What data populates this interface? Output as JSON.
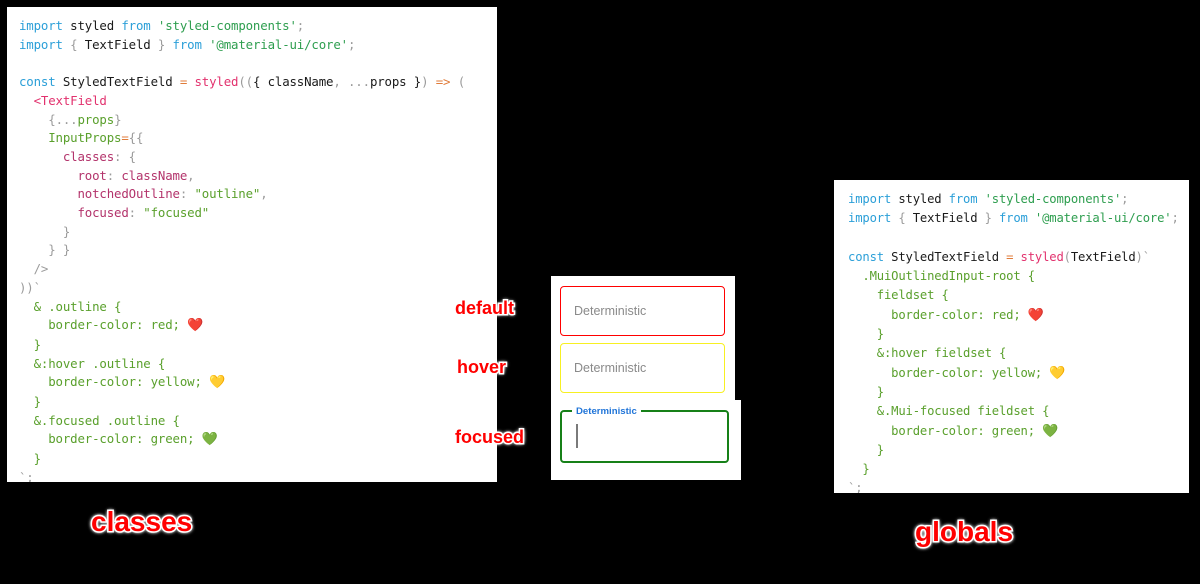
{
  "panels": {
    "classes": {
      "caption": "classes",
      "lines": [
        [
          {
            "t": "import",
            "c": "kw"
          },
          {
            "t": " ",
            "c": "plain"
          },
          {
            "t": "styled",
            "c": "plain"
          },
          {
            "t": " ",
            "c": "plain"
          },
          {
            "t": "from",
            "c": "kw"
          },
          {
            "t": " ",
            "c": "plain"
          },
          {
            "t": "'styled-components'",
            "c": "str"
          },
          {
            "t": ";",
            "c": "brc"
          }
        ],
        [
          {
            "t": "import",
            "c": "kw"
          },
          {
            "t": " ",
            "c": "plain"
          },
          {
            "t": "{",
            "c": "brc"
          },
          {
            "t": " TextField ",
            "c": "plain"
          },
          {
            "t": "}",
            "c": "brc"
          },
          {
            "t": " ",
            "c": "plain"
          },
          {
            "t": "from",
            "c": "kw"
          },
          {
            "t": " ",
            "c": "plain"
          },
          {
            "t": "'@material-ui/core'",
            "c": "str"
          },
          {
            "t": ";",
            "c": "brc"
          }
        ],
        [],
        [
          {
            "t": "const",
            "c": "kw"
          },
          {
            "t": " StyledTextField ",
            "c": "plain"
          },
          {
            "t": "=",
            "c": "op"
          },
          {
            "t": " ",
            "c": "plain"
          },
          {
            "t": "styled",
            "c": "pink"
          },
          {
            "t": "((",
            "c": "brc"
          },
          {
            "t": "{ className",
            "c": "plain"
          },
          {
            "t": ",",
            "c": "brc"
          },
          {
            "t": " ",
            "c": "plain"
          },
          {
            "t": "...",
            "c": "brc"
          },
          {
            "t": "props",
            "c": "plain"
          },
          {
            "t": " }",
            "c": "plain"
          },
          {
            "t": ")",
            "c": "brc"
          },
          {
            "t": " ",
            "c": "plain"
          },
          {
            "t": "=>",
            "c": "op"
          },
          {
            "t": " ",
            "c": "plain"
          },
          {
            "t": "(",
            "c": "brc"
          }
        ],
        [
          {
            "t": "  ",
            "c": "plain"
          },
          {
            "t": "<TextField",
            "c": "pink"
          }
        ],
        [
          {
            "t": "    ",
            "c": "plain"
          },
          {
            "t": "{",
            "c": "brc"
          },
          {
            "t": "...",
            "c": "brc"
          },
          {
            "t": "props",
            "c": "prop"
          },
          {
            "t": "}",
            "c": "brc"
          }
        ],
        [
          {
            "t": "    ",
            "c": "plain"
          },
          {
            "t": "InputProps",
            "c": "prop"
          },
          {
            "t": "=",
            "c": "op"
          },
          {
            "t": "{{",
            "c": "brc"
          }
        ],
        [
          {
            "t": "      ",
            "c": "plain"
          },
          {
            "t": "classes",
            "c": "mag"
          },
          {
            "t": ":",
            "c": "brc"
          },
          {
            "t": " ",
            "c": "plain"
          },
          {
            "t": "{",
            "c": "brc"
          }
        ],
        [
          {
            "t": "        ",
            "c": "plain"
          },
          {
            "t": "root",
            "c": "mag"
          },
          {
            "t": ":",
            "c": "brc"
          },
          {
            "t": " ",
            "c": "plain"
          },
          {
            "t": "className",
            "c": "mag"
          },
          {
            "t": ",",
            "c": "brc"
          }
        ],
        [
          {
            "t": "        ",
            "c": "plain"
          },
          {
            "t": "notchedOutline",
            "c": "mag"
          },
          {
            "t": ":",
            "c": "brc"
          },
          {
            "t": " ",
            "c": "plain"
          },
          {
            "t": "\"outline\"",
            "c": "gstr"
          },
          {
            "t": ",",
            "c": "brc"
          }
        ],
        [
          {
            "t": "        ",
            "c": "plain"
          },
          {
            "t": "focused",
            "c": "mag"
          },
          {
            "t": ":",
            "c": "brc"
          },
          {
            "t": " ",
            "c": "plain"
          },
          {
            "t": "\"focused\"",
            "c": "gstr"
          }
        ],
        [
          {
            "t": "      ",
            "c": "plain"
          },
          {
            "t": "}",
            "c": "brc"
          }
        ],
        [
          {
            "t": "    ",
            "c": "plain"
          },
          {
            "t": "} }",
            "c": "brc"
          }
        ],
        [
          {
            "t": "  ",
            "c": "plain"
          },
          {
            "t": "/>",
            "c": "brc"
          }
        ],
        [
          {
            "t": "))`",
            "c": "brc"
          }
        ],
        [
          {
            "t": "  ",
            "c": "plain"
          },
          {
            "t": "& .outline {",
            "c": "css"
          }
        ],
        [
          {
            "t": "    ",
            "c": "plain"
          },
          {
            "t": "border-color: red;",
            "c": "css"
          },
          {
            "t": " ",
            "c": "plain"
          },
          {
            "t": "❤️",
            "c": "emoji"
          }
        ],
        [
          {
            "t": "  ",
            "c": "plain"
          },
          {
            "t": "}",
            "c": "css"
          }
        ],
        [
          {
            "t": "  ",
            "c": "plain"
          },
          {
            "t": "&:hover .outline {",
            "c": "css"
          }
        ],
        [
          {
            "t": "    ",
            "c": "plain"
          },
          {
            "t": "border-color: yellow;",
            "c": "css"
          },
          {
            "t": " ",
            "c": "plain"
          },
          {
            "t": "💛",
            "c": "emoji"
          }
        ],
        [
          {
            "t": "  ",
            "c": "plain"
          },
          {
            "t": "}",
            "c": "css"
          }
        ],
        [
          {
            "t": "  ",
            "c": "plain"
          },
          {
            "t": "&.focused .outline {",
            "c": "css"
          }
        ],
        [
          {
            "t": "    ",
            "c": "plain"
          },
          {
            "t": "border-color: green;",
            "c": "css"
          },
          {
            "t": " ",
            "c": "plain"
          },
          {
            "t": "💚",
            "c": "emoji"
          }
        ],
        [
          {
            "t": "  ",
            "c": "plain"
          },
          {
            "t": "}",
            "c": "css"
          }
        ],
        [
          {
            "t": "`;",
            "c": "brc"
          }
        ]
      ]
    },
    "globals": {
      "caption": "globals",
      "lines": [
        [
          {
            "t": "import",
            "c": "kw"
          },
          {
            "t": " ",
            "c": "plain"
          },
          {
            "t": "styled",
            "c": "plain"
          },
          {
            "t": " ",
            "c": "plain"
          },
          {
            "t": "from",
            "c": "kw"
          },
          {
            "t": " ",
            "c": "plain"
          },
          {
            "t": "'styled-components'",
            "c": "str"
          },
          {
            "t": ";",
            "c": "brc"
          }
        ],
        [
          {
            "t": "import",
            "c": "kw"
          },
          {
            "t": " ",
            "c": "plain"
          },
          {
            "t": "{",
            "c": "brc"
          },
          {
            "t": " TextField ",
            "c": "plain"
          },
          {
            "t": "}",
            "c": "brc"
          },
          {
            "t": " ",
            "c": "plain"
          },
          {
            "t": "from",
            "c": "kw"
          },
          {
            "t": " ",
            "c": "plain"
          },
          {
            "t": "'@material-ui/core'",
            "c": "str"
          },
          {
            "t": ";",
            "c": "brc"
          }
        ],
        [],
        [
          {
            "t": "const",
            "c": "kw"
          },
          {
            "t": " StyledTextField ",
            "c": "plain"
          },
          {
            "t": "=",
            "c": "op"
          },
          {
            "t": " ",
            "c": "plain"
          },
          {
            "t": "styled",
            "c": "pink"
          },
          {
            "t": "(",
            "c": "brc"
          },
          {
            "t": "TextField",
            "c": "plain"
          },
          {
            "t": ")`",
            "c": "brc"
          }
        ],
        [
          {
            "t": "  ",
            "c": "plain"
          },
          {
            "t": ".MuiOutlinedInput-root {",
            "c": "css"
          }
        ],
        [
          {
            "t": "    ",
            "c": "plain"
          },
          {
            "t": "fieldset {",
            "c": "css"
          }
        ],
        [
          {
            "t": "      ",
            "c": "plain"
          },
          {
            "t": "border-color: red;",
            "c": "css"
          },
          {
            "t": " ",
            "c": "plain"
          },
          {
            "t": "❤️",
            "c": "emoji"
          }
        ],
        [
          {
            "t": "    ",
            "c": "plain"
          },
          {
            "t": "}",
            "c": "css"
          }
        ],
        [
          {
            "t": "    ",
            "c": "plain"
          },
          {
            "t": "&:hover fieldset {",
            "c": "css"
          }
        ],
        [
          {
            "t": "      ",
            "c": "plain"
          },
          {
            "t": "border-color: yellow;",
            "c": "css"
          },
          {
            "t": " ",
            "c": "plain"
          },
          {
            "t": "💛",
            "c": "emoji"
          }
        ],
        [
          {
            "t": "    ",
            "c": "plain"
          },
          {
            "t": "}",
            "c": "css"
          }
        ],
        [
          {
            "t": "    ",
            "c": "plain"
          },
          {
            "t": "&.Mui-focused fieldset {",
            "c": "css"
          }
        ],
        [
          {
            "t": "      ",
            "c": "plain"
          },
          {
            "t": "border-color: green;",
            "c": "css"
          },
          {
            "t": " ",
            "c": "plain"
          },
          {
            "t": "💚",
            "c": "emoji"
          }
        ],
        [
          {
            "t": "    ",
            "c": "plain"
          },
          {
            "t": "}",
            "c": "css"
          }
        ],
        [
          {
            "t": "  ",
            "c": "plain"
          },
          {
            "t": "}",
            "c": "css"
          }
        ],
        [
          {
            "t": "`;",
            "c": "brc"
          }
        ]
      ]
    }
  },
  "demo": {
    "fields": [
      {
        "state": "default",
        "label": "Deterministic",
        "border_color": "#ff0000",
        "text_color": "#8a8a8a"
      },
      {
        "state": "hover",
        "label": "Deterministic",
        "border_color": "#f7f022",
        "text_color": "#8a8a8a"
      },
      {
        "state": "focused",
        "label": "Deterministic",
        "border_color": "#168018",
        "text_color": "#1f74d8",
        "value": ""
      }
    ]
  },
  "state_tags": {
    "default": "default",
    "hover": "hover",
    "focused": "focused"
  },
  "colors": {
    "background": "#000000",
    "panel": "#ffffff",
    "accent_red": "#ff0000",
    "accent_yellow": "#f7f022",
    "accent_green": "#168018",
    "label_blue": "#1f74d8"
  }
}
